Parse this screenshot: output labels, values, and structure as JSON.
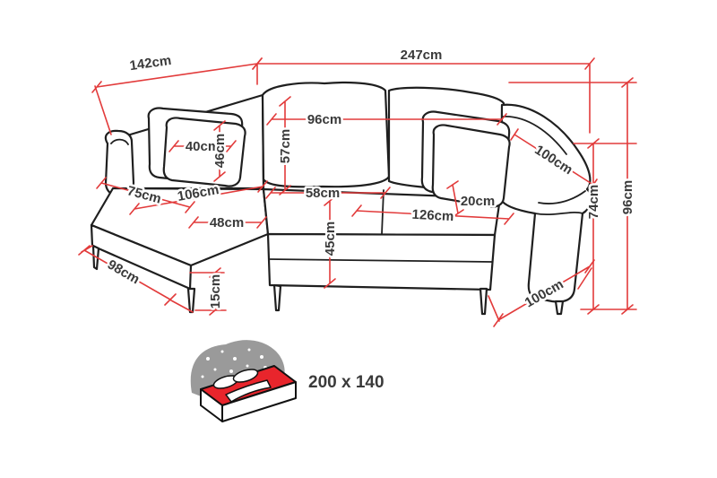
{
  "diagram": {
    "subject": "corner-sofa-with-dimensions",
    "accent_color": "#e23b3b",
    "outline_color": "#1f1f1f",
    "label_color": "#3a3a3a",
    "bed_icon_red": "#e8252c",
    "bed_icon_gray": "#9a9a9a"
  },
  "dims": [
    {
      "name": "left-section-depth",
      "text": "142cm"
    },
    {
      "name": "total-width",
      "text": "247cm"
    },
    {
      "name": "back-section-width",
      "text": "96cm"
    },
    {
      "name": "cushion-width",
      "text": "40cm"
    },
    {
      "name": "cushion-height",
      "text": "46cm"
    },
    {
      "name": "backrest-height",
      "text": "57cm"
    },
    {
      "name": "chaise-seat-width",
      "text": "75cm"
    },
    {
      "name": "chaise-seat-length",
      "text": "106cm"
    },
    {
      "name": "seat-depth",
      "text": "58cm"
    },
    {
      "name": "seat-width",
      "text": "126cm"
    },
    {
      "name": "arm-cushion-thickness",
      "text": "20cm"
    },
    {
      "name": "armrest-outer-length",
      "text": "100cm"
    },
    {
      "name": "armrest-height",
      "text": "74cm"
    },
    {
      "name": "total-height",
      "text": "96cm"
    },
    {
      "name": "front-edge-depth",
      "text": "48cm"
    },
    {
      "name": "seat-height",
      "text": "45cm"
    },
    {
      "name": "chaise-floor-depth",
      "text": "98cm"
    },
    {
      "name": "leg-height",
      "text": "15cm"
    },
    {
      "name": "side-depth",
      "text": "100cm"
    }
  ],
  "bed": {
    "size": "200 x 140"
  }
}
